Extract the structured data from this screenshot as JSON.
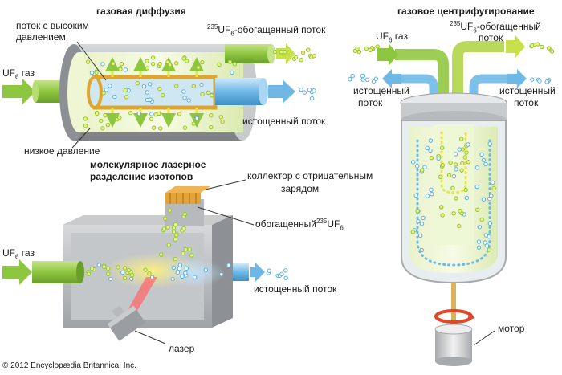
{
  "titles": {
    "gaseous_diffusion": "газовая диффузия",
    "gas_centrifuge": "газовое центрифугирование",
    "laser_line1": "молекулярное лазерное",
    "laser_line2": "разделение изотопов"
  },
  "diffusion": {
    "feed_pre": "UF",
    "feed_sub": "6",
    "feed_post": " газ",
    "high_pressure_line1": "поток с высоким",
    "high_pressure_line2": "давлением",
    "enriched_sup": "235",
    "enriched_main": "UF",
    "enriched_sub": "6",
    "enriched_post": "-обогащенный поток",
    "depleted": "истощенный поток",
    "low_pressure": "низкое давление"
  },
  "centrifuge": {
    "feed_pre": "UF",
    "feed_sub": "6",
    "feed_post": " газ",
    "enriched_sup": "235",
    "enriched_main": "UF",
    "enriched_sub": "6",
    "enriched_post_line1": "-обогащенный",
    "enriched_post_line2": "поток",
    "depleted_left_line1": "истощенный",
    "depleted_left_line2": "поток",
    "depleted_right_line1": "истощенный",
    "depleted_right_line2": "поток",
    "motor": "мотор"
  },
  "laser": {
    "collector_line1": "коллектор с отрицательным",
    "collector_line2": "зарядом",
    "enriched_pre": "обогащенный",
    "enriched_sup": "235",
    "enriched_main": "UF",
    "enriched_sub": "6",
    "feed_pre": "UF",
    "feed_sub": "6",
    "feed_post": " газ",
    "depleted": "истощенный поток",
    "laser": "лазер"
  },
  "copyright": "© 2012 Encyclopædia Britannica, Inc.",
  "colors": {
    "enriched_green": "#9cc83a",
    "depleted_blue": "#5aaee0",
    "pipe_green": "#8dc63f",
    "pipe_blue": "#6fb8e6",
    "laser_red": "#ff6a6a",
    "collector_orange": "#e3a23a",
    "housing_gray": "#b9bcbf"
  }
}
